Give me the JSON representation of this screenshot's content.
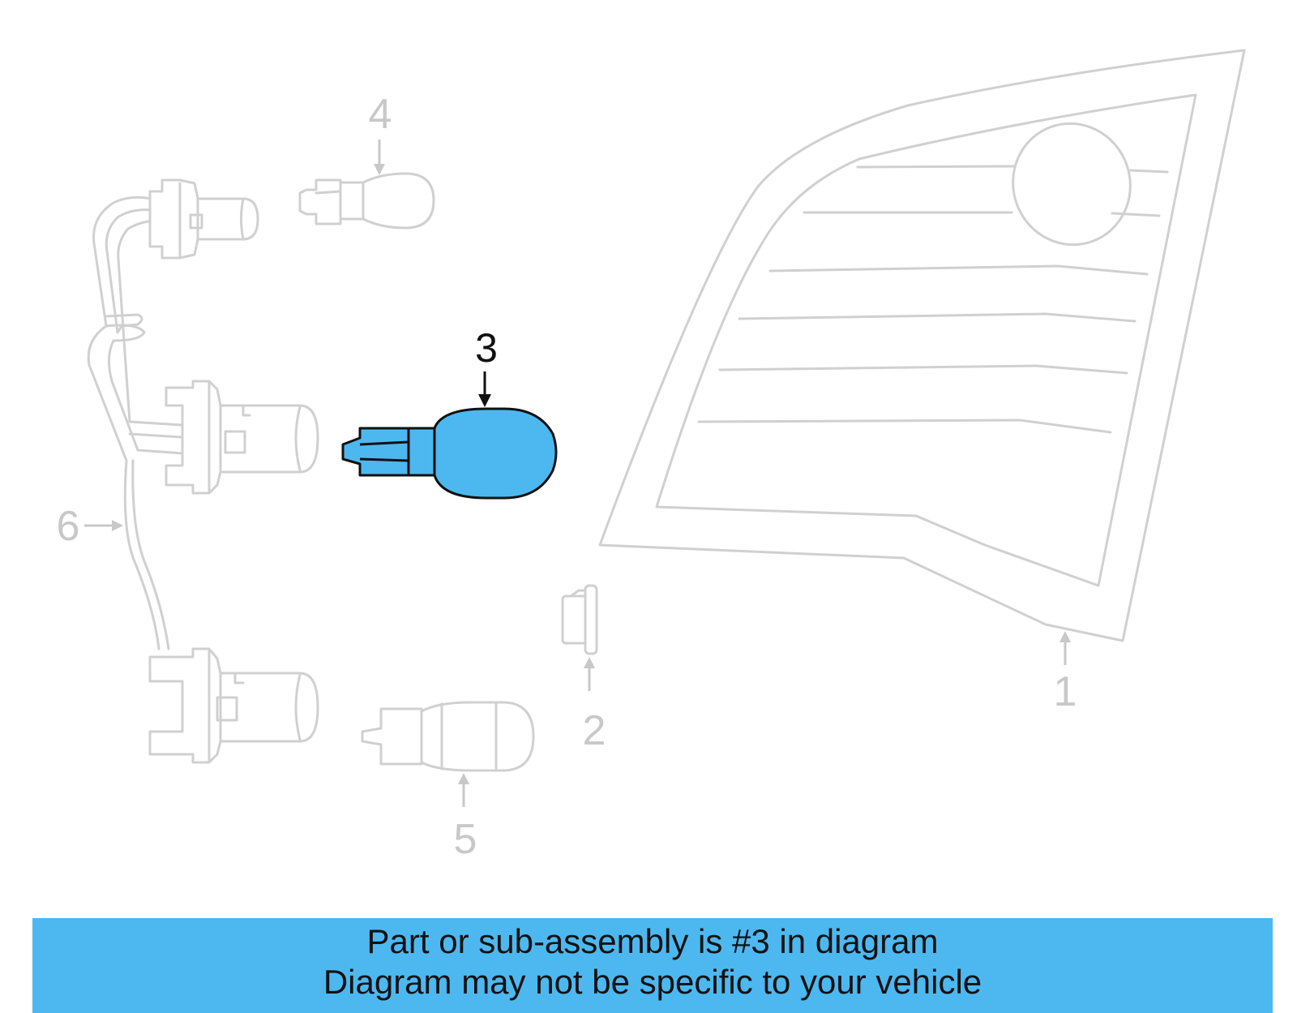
{
  "diagram": {
    "callouts": [
      {
        "id": "1",
        "label": "1",
        "active": false
      },
      {
        "id": "2",
        "label": "2",
        "active": false
      },
      {
        "id": "3",
        "label": "3",
        "active": true
      },
      {
        "id": "4",
        "label": "4",
        "active": false
      },
      {
        "id": "5",
        "label": "5",
        "active": false
      },
      {
        "id": "6",
        "label": "6",
        "active": false
      }
    ],
    "highlight_color": "#4db8f0",
    "inactive_color": "#d0d0d0"
  },
  "banner": {
    "line1": "Part or sub-assembly is #3 in diagram",
    "line2": "Diagram may not be specific to your vehicle",
    "background": "#4db8f0"
  }
}
